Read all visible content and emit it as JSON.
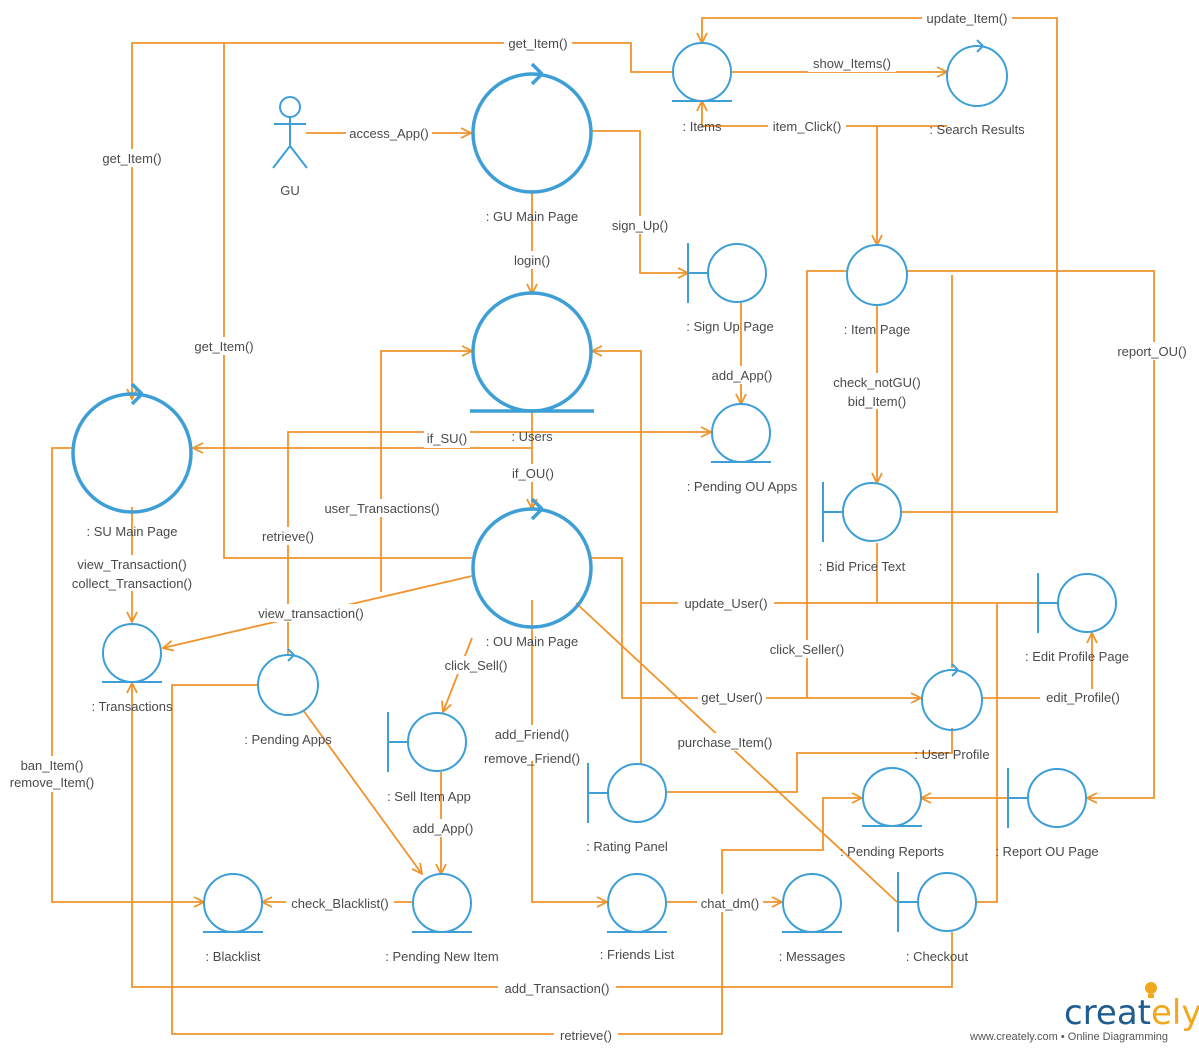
{
  "diagram": {
    "actor": {
      "name": "GU"
    },
    "objects": {
      "gu_main_page": ": GU Main Page",
      "users": ": Users",
      "ou_main_page": ": OU Main Page",
      "su_main_page": ": SU Main Page",
      "items": ": Items",
      "search_results": ": Search Results",
      "sign_up_page": ": Sign Up Page",
      "pending_ou_apps": ": Pending OU Apps",
      "item_page": ": Item Page",
      "bid_price_text": ": Bid Price Text",
      "edit_profile_page": ": Edit Profile Page",
      "user_profile": ": User Profile",
      "transactions": ": Transactions",
      "pending_apps": ": Pending Apps",
      "sell_item_app": ": Sell Item App",
      "rating_panel": ": Rating Panel",
      "pending_reports": ": Pending Reports",
      "report_ou_page": ": Report OU Page",
      "blacklist": ": Blacklist",
      "pending_new_item": ": Pending New Item",
      "friends_list": ": Friends List",
      "messages": ": Messages",
      "checkout": ": Checkout"
    },
    "messages": {
      "access_app": "access_App()",
      "get_item_top": "get_Item()",
      "update_item": "update_Item()",
      "show_items": "show_Items()",
      "item_click": "item_Click()",
      "get_item_left": "get_Item()",
      "get_item_mid": "get_Item()",
      "sign_up": "sign_Up()",
      "login": "login()",
      "add_app_top": "add_App()",
      "check_notgu": "check_notGU()",
      "bid_item": "bid_Item()",
      "report_ou": "report_OU()",
      "if_su": "if_SU()",
      "if_ou": "if_OU()",
      "user_transactions": "user_Transactions()",
      "retrieve_mid": "retrieve()",
      "view_transaction_collect_1": "view_Transaction()",
      "view_transaction_collect_2": "collect_Transaction()",
      "view_transaction": "view_transaction()",
      "update_user": "update_User()",
      "click_seller": "click_Seller()",
      "click_sell": "click_Sell()",
      "get_user": "get_User()",
      "edit_profile": "edit_Profile()",
      "add_friend_1": "add_Friend()",
      "add_friend_2": "remove_Friend()",
      "purchase_item": "purchase_Item()",
      "ban_item_1": "ban_Item()",
      "ban_item_2": "remove_Item()",
      "add_app_bottom": "add_App()",
      "check_blacklist": "check_Blacklist()",
      "chat_dm": "chat_dm()",
      "add_transaction": "add_Transaction()",
      "retrieve_bottom": "retrieve()"
    }
  },
  "branding": {
    "logo_main": "creat",
    "logo_accent": "ely",
    "tagline": "www.creately.com • Online Diagramming"
  },
  "colors": {
    "connector": "#f0932b",
    "object_stroke": "#3d9fd6",
    "text": "#4a4a4a",
    "brand_blue": "#1f5d8f",
    "brand_yellow": "#f2a81d"
  }
}
